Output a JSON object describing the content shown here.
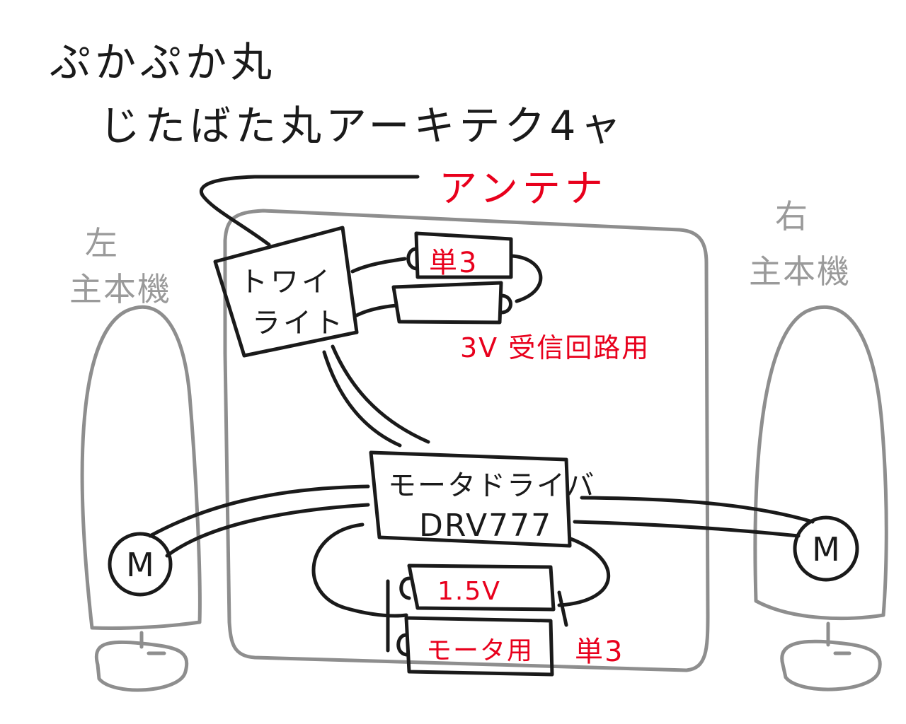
{
  "colors": {
    "ink": "#1a1a1a",
    "frame": "#8e8e8e",
    "annotation": "#e8001c",
    "wheel_label": "#9a9a9a"
  },
  "title": {
    "line1": "ぷかぷか丸",
    "line2": "じたばた丸アーキテク4ャ"
  },
  "antenna": {
    "label": "アンテナ"
  },
  "receiver": {
    "label_line1": "トワイ",
    "label_line2": "ライト"
  },
  "receiver_battery": {
    "top_label": "単3",
    "caption": "3V  受信回路用"
  },
  "motor_driver": {
    "label_line1": "モータドライバ",
    "label_line2": "DRV777"
  },
  "motor_battery": {
    "cell_top_label": "1.5V",
    "cell_bottom_label": "モータ用",
    "type_label": "単3"
  },
  "left_wheel": {
    "label_line1": "左",
    "label_line2": "主本機",
    "motor_symbol": "M"
  },
  "right_wheel": {
    "label_line1": "右",
    "label_line2": "主本機",
    "motor_symbol": "M"
  }
}
